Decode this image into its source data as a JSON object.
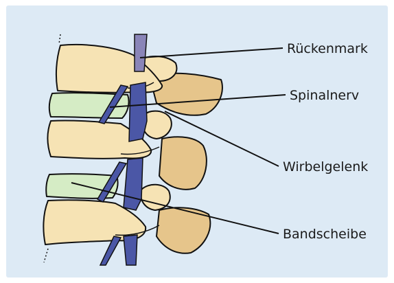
{
  "labels": {
    "spinal_cord": "Rückenmark",
    "spinal_nerve": "Spinalnerv",
    "facet_joint": "Wirbelgelenk",
    "disc": "Bandscheibe"
  },
  "colors": {
    "background": "#ddeaf5",
    "bone": "#f6e3b4",
    "bone_shadow": "#e6c58b",
    "disc": "#d5ecc5",
    "nerve": "#4b57a6",
    "nerve_light": "#8a85b8",
    "outline": "#111111"
  }
}
